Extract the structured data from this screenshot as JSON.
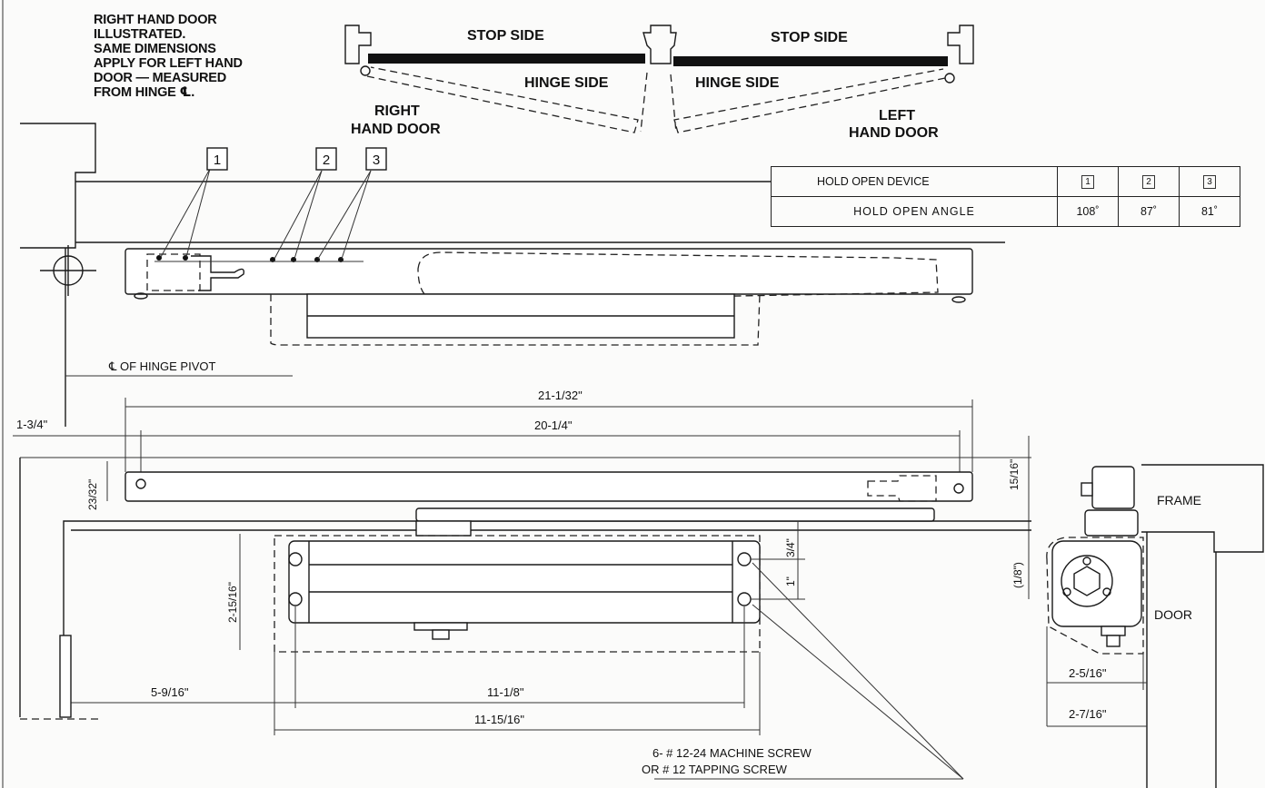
{
  "note": "RIGHT HAND DOOR\nILLUSTRATED.\nSAME DIMENSIONS\nAPPLY FOR LEFT HAND\nDOOR — MEASURED\nFROM HINGE ℄.",
  "labels": {
    "stop_side_left": "STOP SIDE",
    "stop_side_right": "STOP SIDE",
    "hinge_side_left": "HINGE SIDE",
    "hinge_side_right": "HINGE SIDE",
    "right_hand_door_1": "RIGHT",
    "right_hand_door_2": "HAND DOOR",
    "left_hand_door_1": "LEFT",
    "left_hand_door_2": "HAND DOOR",
    "hinge_pivot": "℄ OF HINGE PIVOT",
    "frame": "FRAME",
    "door": "DOOR",
    "screw_1": "6- # 12-24 MACHINE SCREW",
    "screw_2": "OR # 12 TAPPING SCREW"
  },
  "callouts": [
    "1",
    "2",
    "3"
  ],
  "hold_open_table": {
    "row1_header": "HOLD OPEN DEVICE",
    "row2_header": "HOLD OPEN ANGLE",
    "devices": [
      "1",
      "2",
      "3"
    ],
    "angles": [
      "108˚",
      "87˚",
      "81˚"
    ]
  },
  "dimensions": {
    "overall_length": "21-1/32\"",
    "body_length": "20-1/4\"",
    "hinge_offset": "1-3/4\"",
    "arm_height": "23/32\"",
    "right_offset": "15/16\"",
    "gap": "(1/8\")",
    "body_height": "2-15/16\"",
    "hole_offset": "3/4\"",
    "hole_spacing": "1\"",
    "left_to_hole": "5-9/16\"",
    "hole_to_hole": "11-1/8\"",
    "cover_length": "11-15/16\"",
    "side_width_1": "2-5/16\"",
    "side_width_2": "2-7/16\""
  }
}
